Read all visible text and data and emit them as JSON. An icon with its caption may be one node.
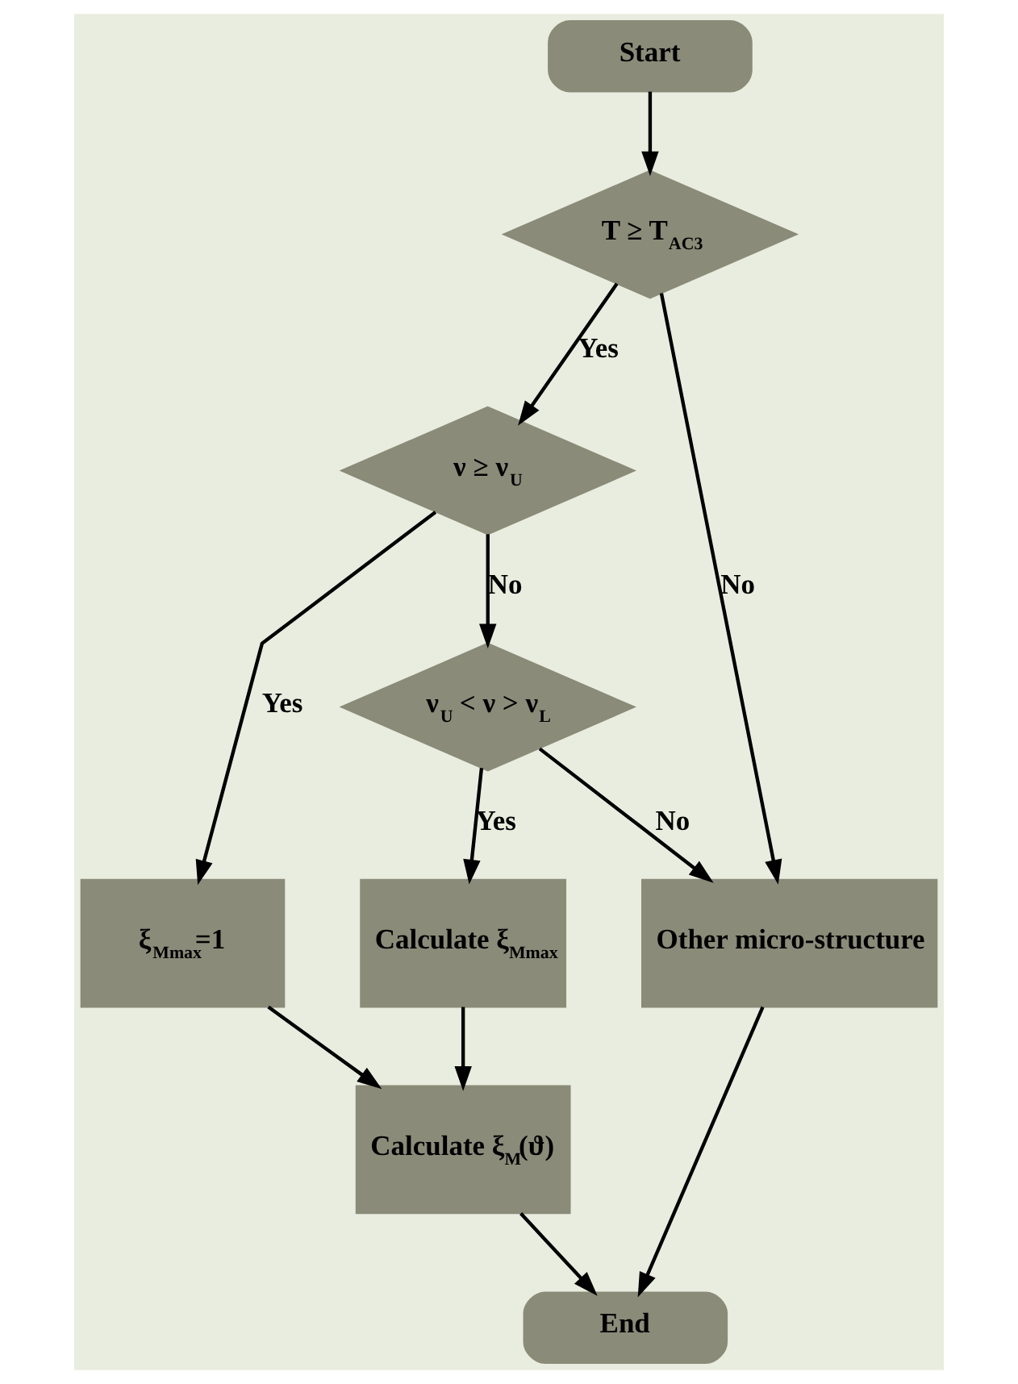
{
  "diagram": {
    "nodes": [
      {
        "text": [
          "Start"
        ]
      },
      {
        "text": [
          "T ≥ T$_{AC3}$"
        ]
      },
      {
        "text": [
          "ν ≥ ν$_{U}$"
        ]
      },
      {
        "text": [
          "ν$_{U}$ < ν > ν$_{L}$"
        ]
      },
      {
        "text": [
          "ξ$_{Mmax}$=1"
        ]
      },
      {
        "text": [
          "Calculate ξ$_{Mmax}$"
        ]
      },
      {
        "text": [
          "Other micro-structure"
        ]
      },
      {
        "text": [
          "Calculate ξ$_{M}$(ϑ)"
        ]
      },
      {
        "text": [
          "End"
        ]
      }
    ],
    "edges": [
      {
        "from": 0,
        "to": 1,
        "arrow": "to"
      },
      {
        "from": 1,
        "to": 2,
        "arrow": "to",
        "label": "Yes"
      },
      {
        "from": 1,
        "to": 6,
        "arrow": "to",
        "label": "No"
      },
      {
        "from": 2,
        "to": 4,
        "arrow": "to",
        "label": "Yes"
      },
      {
        "from": 2,
        "to": 3,
        "arrow": "to",
        "label": "No"
      },
      {
        "from": 3,
        "to": 5,
        "arrow": "to",
        "label": "Yes"
      },
      {
        "from": 3,
        "to": 6,
        "arrow": "to",
        "label": "No"
      },
      {
        "from": 4,
        "to": 7,
        "arrow": "to"
      },
      {
        "from": 5,
        "to": 7,
        "arrow": "to"
      },
      {
        "from": 7,
        "to": 8,
        "arrow": "to"
      },
      {
        "from": 6,
        "to": 8,
        "arrow": "to"
      }
    ]
  }
}
